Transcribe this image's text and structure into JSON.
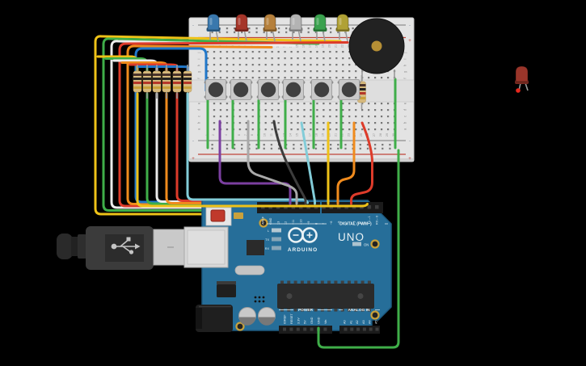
{
  "colors": {
    "background": "#000000",
    "breadboard_body": "#e3e3e3",
    "breadboard_gap": "#dedede",
    "rail_red": "#c0453a",
    "rail_gray": "#8f8f8f",
    "label_gray": "#8f8f8f",
    "wire_yellow": "#eec218",
    "wire_green": "#3fae49",
    "wire_white": "#ececec",
    "wire_red": "#dd3b2a",
    "wire_orange": "#f08b1d",
    "wire_blue": "#2077c9",
    "wire_cyan": "#82ccd8",
    "wire_purple": "#7b3fa0",
    "wire_gray": "#a9a9a9",
    "wire_black": "#3c3c3c",
    "arduino_blue": "#266e99",
    "header_black": "#1b1b1b",
    "silk_white": "#e9f2f5",
    "led_blue": "#3a78ad",
    "led_red": "#a53529",
    "led_amber": "#b5803c",
    "led_gray": "#b3b3b3",
    "led_green": "#3aa14e",
    "led_olive": "#b0a135",
    "led_spare": "#99352a",
    "buzzer_black": "#222222",
    "buzzer_gold": "#b68f35",
    "resistor_tan": "#d6b97c",
    "band_dark": "#4a342c",
    "band_black": "#222222",
    "band_red": "#b5372a",
    "band_gold": "#c9a13b",
    "button_body": "#c9c9c9",
    "button_cap": "#404040",
    "usb_dark": "#3b3b3b",
    "usb_mid": "#2c2c2c",
    "usb_plug": "#c9c9c9",
    "usb_port": "#d8d8d8"
  },
  "breadboard": {
    "plus": "+",
    "minus": "-",
    "column_numbers": [
      "1",
      "2",
      "3",
      "4",
      "5",
      "6",
      "7",
      "8",
      "9",
      "10",
      "11",
      "12",
      "13",
      "14",
      "15",
      "16",
      "17",
      "18",
      "19",
      "20",
      "21",
      "22",
      "23",
      "24",
      "25",
      "26",
      "27",
      "28",
      "29",
      "30"
    ],
    "rows_top": [
      "j",
      "i",
      "h",
      "g",
      "f"
    ],
    "rows_bottom": [
      "e",
      "d",
      "c",
      "b",
      "a"
    ]
  },
  "arduino": {
    "brand": "ARDUINO",
    "model": "UNO",
    "digital_label": "DIGITAL (PWM~)",
    "power_label": "POWER",
    "analog_label": "ANALOG IN",
    "on_label": "ON",
    "led_labels": [
      "L",
      "TX",
      "RX"
    ],
    "digital_pins": [
      "AREF",
      "GND",
      "13",
      "12",
      "~11",
      "~10",
      "~9",
      "8",
      "7",
      "~6",
      "~5",
      "4",
      "~3",
      "2",
      "TX→1",
      "RX←0"
    ],
    "power_pins": [
      "IOREF",
      "RESET",
      "3.3V",
      "5V",
      "GND",
      "GND",
      "Vin"
    ],
    "analog_pins": [
      "A0",
      "A1",
      "A2",
      "A3",
      "A4",
      "A5"
    ]
  }
}
